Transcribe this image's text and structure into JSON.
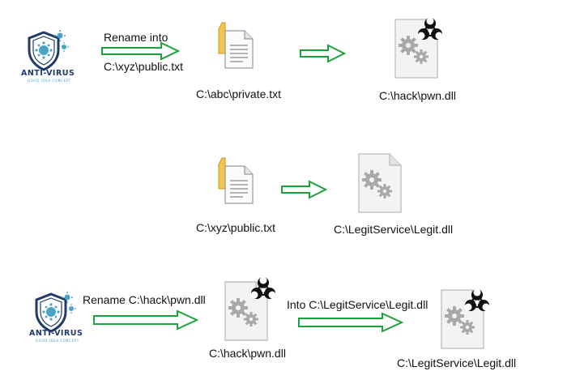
{
  "logos": [
    {
      "name": "ANTI-VIRUS",
      "tagline": "GOOD IDEA CONCEPT"
    },
    {
      "name": "ANTI-VIRUS",
      "tagline": "GOOD IDEA CONCEPT"
    }
  ],
  "row1": {
    "action_line1": "Rename into",
    "action_line2": "C:\\xyz\\public.txt",
    "source_file": "C:\\abc\\private.txt",
    "target_file": "C:\\hack\\pwn.dll"
  },
  "row2": {
    "source_file": "C:\\xyz\\public.txt",
    "target_file": "C:\\LegitService\\Legit.dll"
  },
  "row3": {
    "action1": "Rename C:\\hack\\pwn.dll",
    "middle_file": "C:\\hack\\pwn.dll",
    "action2": "Into C:\\LegitService\\Legit.dll",
    "target_file": "C:\\LegitService\\Legit.dll"
  },
  "icons": {
    "antivirus": "antivirus-shield-icon",
    "text_file": "text-file-icon",
    "dll_file": "dll-gear-file-icon",
    "biohazard": "biohazard-icon",
    "arrow": "hollow-right-arrow-icon"
  },
  "colors": {
    "arrow_outline": "#1aa33a",
    "shield_navy": "#1f3a6b",
    "virus_teal": "#4aa3c4",
    "folder_yellow": "#e8b73a"
  }
}
